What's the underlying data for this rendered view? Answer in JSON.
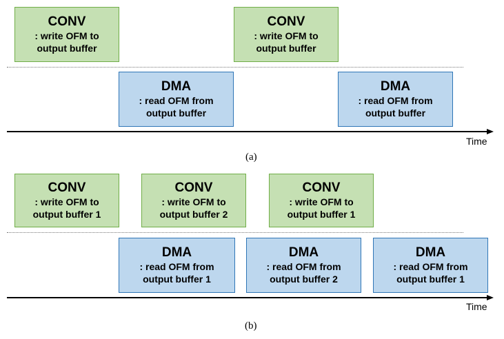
{
  "panel_a": {
    "caption": "(a)",
    "time_label": "Time",
    "conv": [
      {
        "title": "CONV",
        "line1": ": write OFM to",
        "line2": "output buffer"
      },
      {
        "title": "CONV",
        "line1": ": write OFM to",
        "line2": "output buffer"
      }
    ],
    "dma": [
      {
        "title": "DMA",
        "line1": ": read OFM from",
        "line2": "output buffer"
      },
      {
        "title": "DMA",
        "line1": ": read OFM from",
        "line2": "output buffer"
      }
    ]
  },
  "panel_b": {
    "caption": "(b)",
    "time_label": "Time",
    "conv": [
      {
        "title": "CONV",
        "line1": ": write OFM to",
        "line2": "output buffer 1"
      },
      {
        "title": "CONV",
        "line1": ": write OFM to",
        "line2": "output buffer 2"
      },
      {
        "title": "CONV",
        "line1": ": write OFM to",
        "line2": "output buffer 1"
      }
    ],
    "dma": [
      {
        "title": "DMA",
        "line1": ": read OFM from",
        "line2": "output buffer 1"
      },
      {
        "title": "DMA",
        "line1": ": read OFM from",
        "line2": "output buffer 2"
      },
      {
        "title": "DMA",
        "line1": ": read OFM from",
        "line2": "output buffer 1"
      }
    ]
  },
  "colors": {
    "conv_fill": "#c5e0b3",
    "conv_border": "#70ad47",
    "dma_fill": "#bdd7ee",
    "dma_border": "#2e75b6"
  }
}
